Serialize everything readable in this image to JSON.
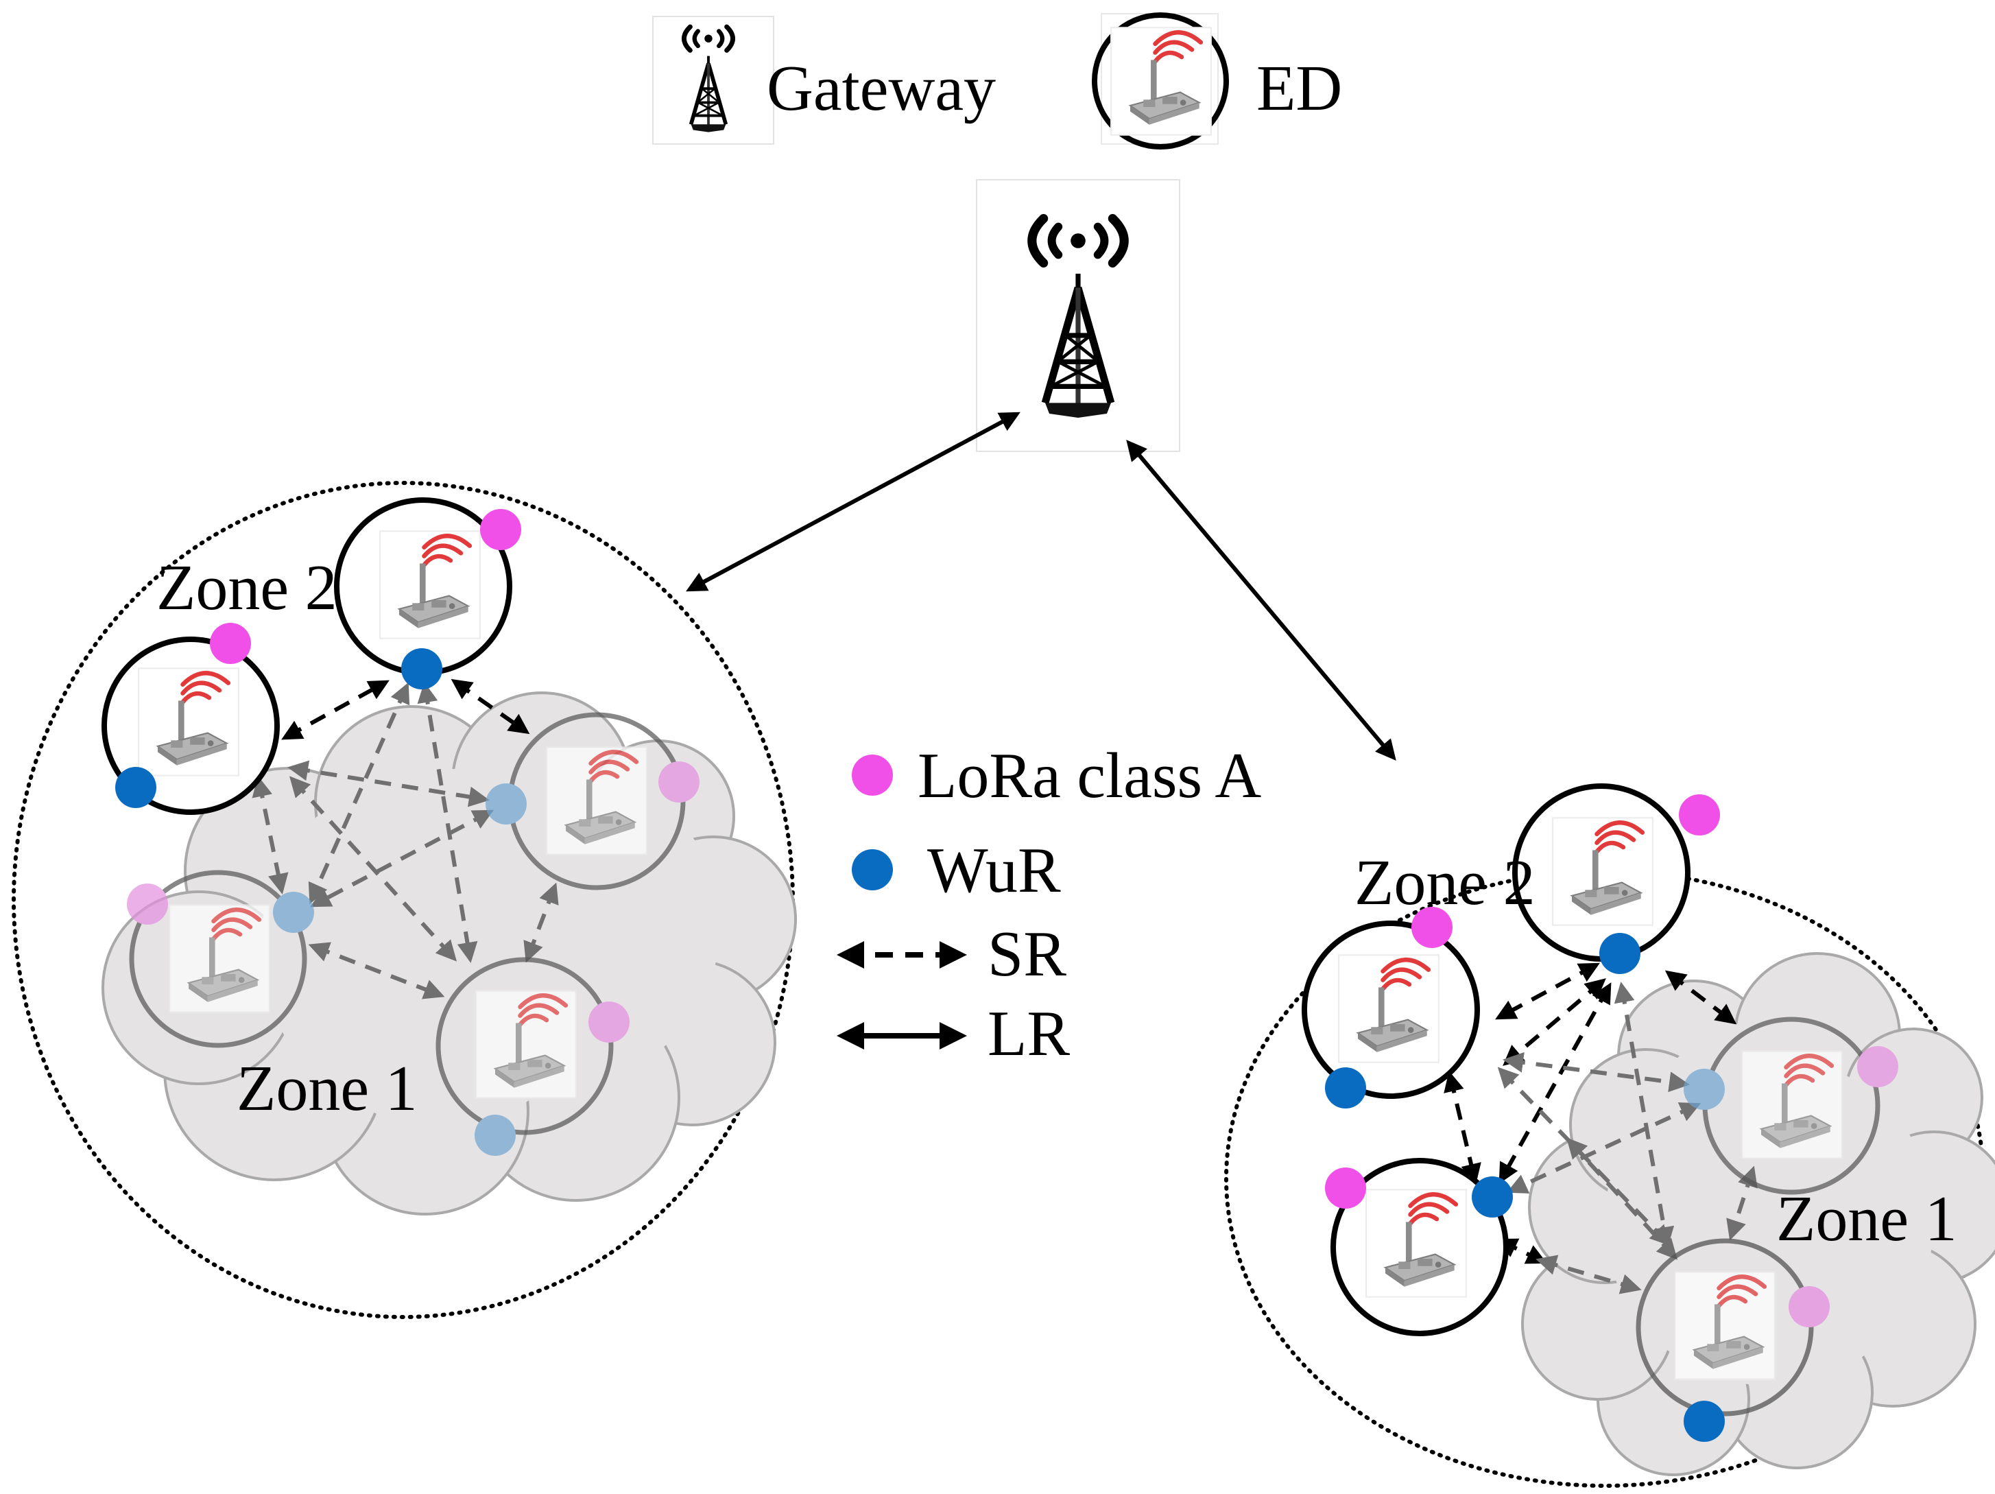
{
  "legend": {
    "gateway_label": "Gateway",
    "ed_label": "ED",
    "lora_label": "LoRa class A",
    "wur_label": "WuR",
    "sr_label": "SR",
    "lr_label": "LR"
  },
  "network_left": {
    "zone2_label": "Zone 2",
    "zone1_label": "Zone 1"
  },
  "network_right": {
    "zone2_label": "Zone 2",
    "zone1_label": "Zone 1"
  },
  "icons": {
    "gateway": "gateway-tower-icon",
    "end_device": "end-device-sensor-icon",
    "lora_dot": "lora-class-a-dot",
    "wur_dot": "wur-dot"
  },
  "colors": {
    "lora_class_a": "#f050e8",
    "wur": "#0a6cc0",
    "wur_faded": "#6fa3cf",
    "lora_faded": "#e58fe0",
    "cloud_fill": "#e6e3e4",
    "cloud_stroke": "#a9a9a9",
    "sensor_red": "#e23a3a",
    "link_black": "#000000",
    "link_grey": "#757575"
  }
}
